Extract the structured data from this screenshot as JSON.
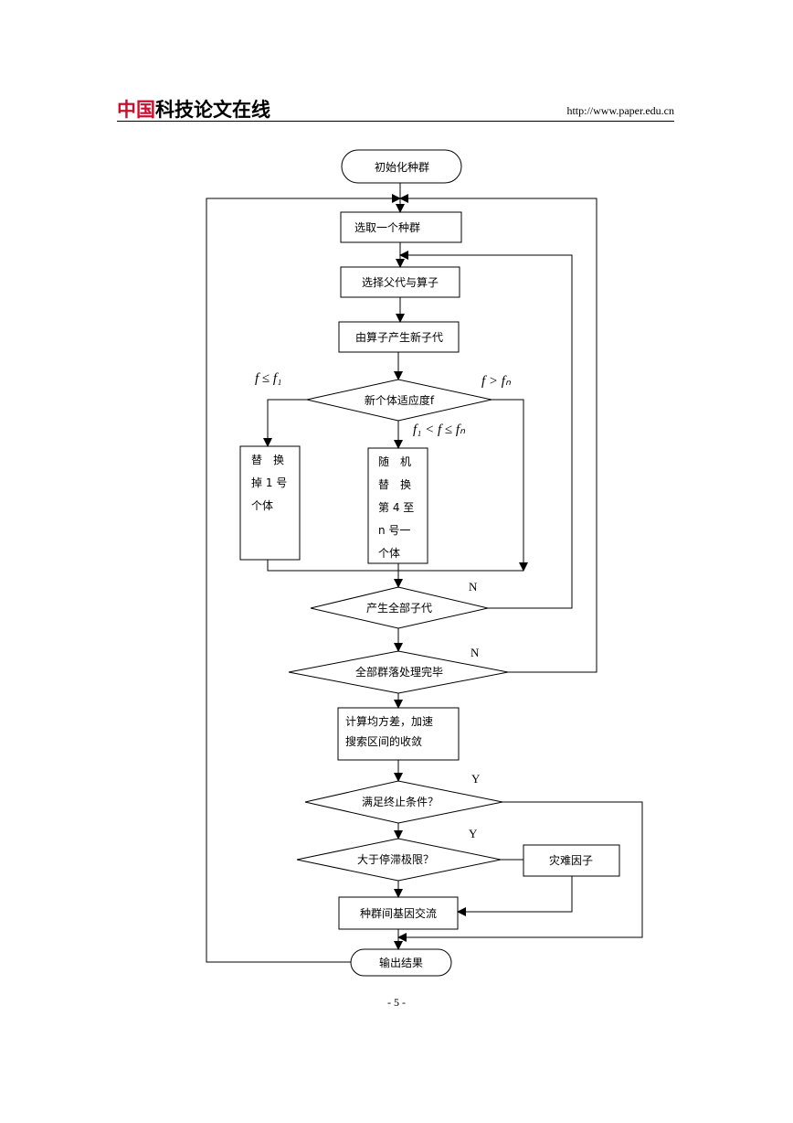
{
  "header": {
    "logo_red": "中国",
    "logo_black": "科技论文在线",
    "url": "http://www.paper.edu.cn"
  },
  "flowchart": {
    "start": "初始化种群",
    "select_population": "选取一个种群",
    "select_parents": "选择父代与算子",
    "generate_offspring": "由算子产生新子代",
    "fitness_decision": "新个体适应度f",
    "cond_left": "f ≤ f₁",
    "cond_middle": "f₁ < f ≤ fₙ",
    "cond_right": "f > fₙ",
    "replace_first": [
      "替　换",
      "掉 1 号",
      "个体"
    ],
    "replace_random": [
      "随　机",
      "替　换",
      "第 4 至",
      "n 号一",
      "个体"
    ],
    "all_offspring": "产生全部子代",
    "all_communities": "全部群落处理完毕",
    "compute_variance": [
      "计算均方差，加速",
      "搜索区间的收敛"
    ],
    "termination": "满足终止条件？",
    "stagnation": "大于停滞极限？",
    "disaster": "灾难因子",
    "gene_exchange": "种群间基因交流",
    "output": "输出结果",
    "label_n1": "N",
    "label_n2": "N",
    "label_y1": "Y",
    "label_y2": "Y"
  },
  "page_number": "- 5 -"
}
